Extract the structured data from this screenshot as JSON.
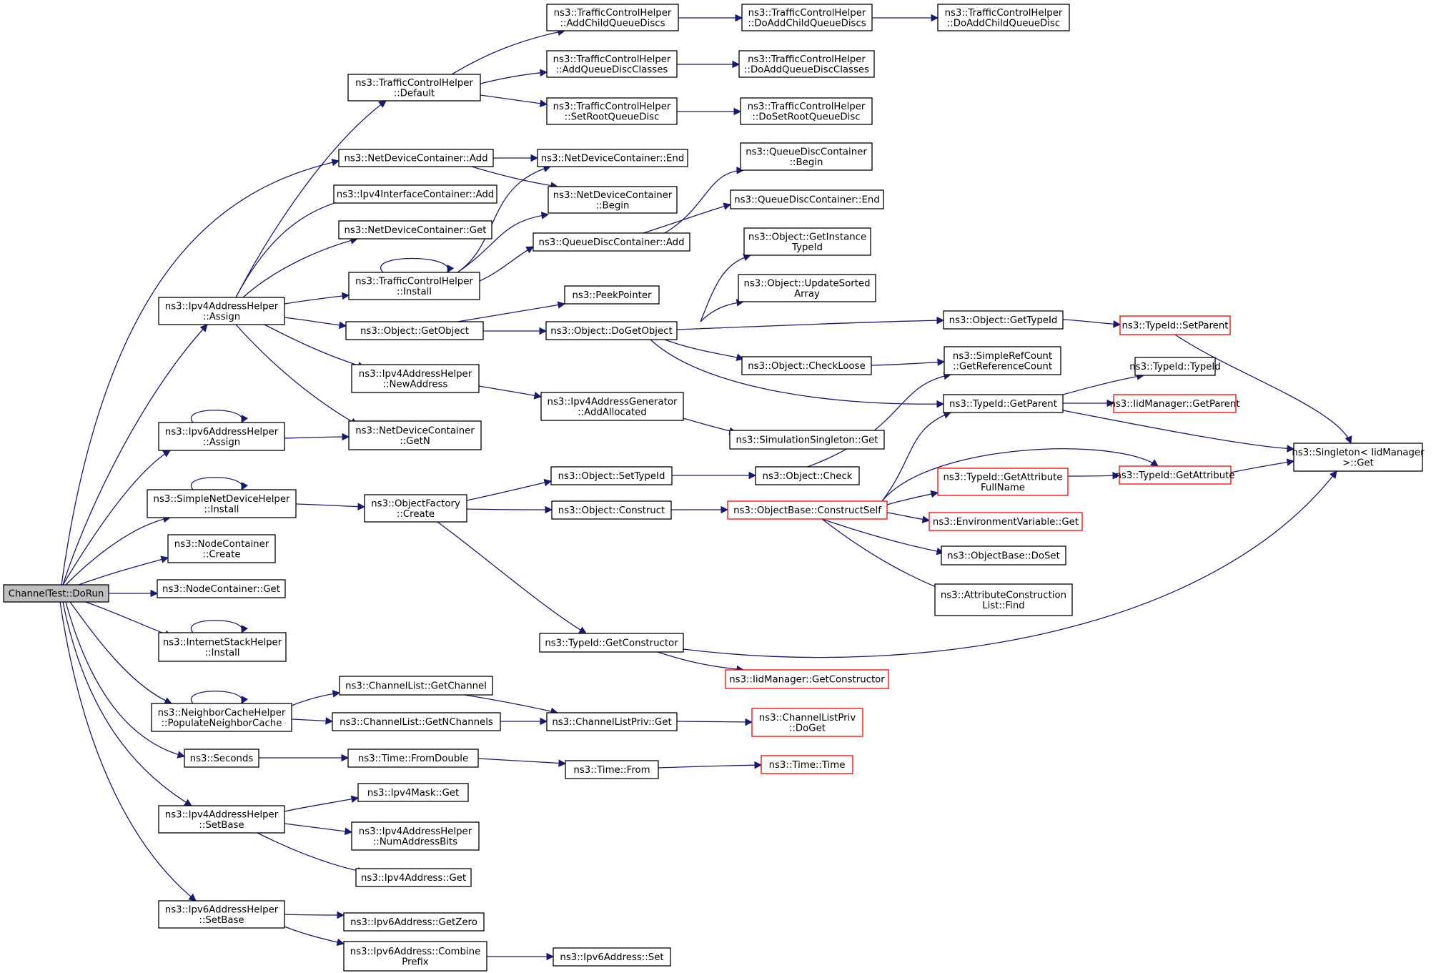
{
  "colors": {
    "edge": "#191970",
    "root_fill": "#bfbfbf",
    "truncated_border": "#ff0000",
    "border": "#000000"
  },
  "nodes": [
    {
      "id": "root",
      "lines": [
        "ChannelTest::DoRun"
      ],
      "style": "root"
    },
    {
      "id": "tch_default",
      "lines": [
        "ns3::TrafficControlHelper",
        "::Default"
      ]
    },
    {
      "id": "tch_addchild",
      "lines": [
        "ns3::TrafficControlHelper",
        "::AddChildQueueDiscs"
      ]
    },
    {
      "id": "tch_doaddchildren",
      "lines": [
        "ns3::TrafficControlHelper",
        "::DoAddChildQueueDiscs"
      ]
    },
    {
      "id": "tch_doaddchild",
      "lines": [
        "ns3::TrafficControlHelper",
        "::DoAddChildQueueDisc"
      ]
    },
    {
      "id": "tch_addclasses",
      "lines": [
        "ns3::TrafficControlHelper",
        "::AddQueueDiscClasses"
      ]
    },
    {
      "id": "tch_doaddclasses",
      "lines": [
        "ns3::TrafficControlHelper",
        "::DoAddQueueDiscClasses"
      ]
    },
    {
      "id": "tch_setroot",
      "lines": [
        "ns3::TrafficControlHelper",
        "::SetRootQueueDisc"
      ]
    },
    {
      "id": "tch_dosetroot",
      "lines": [
        "ns3::TrafficControlHelper",
        "::DoSetRootQueueDisc"
      ]
    },
    {
      "id": "ndc_add",
      "lines": [
        "ns3::NetDeviceContainer::Add"
      ]
    },
    {
      "id": "ndc_end",
      "lines": [
        "ns3::NetDeviceContainer::End"
      ]
    },
    {
      "id": "ndc_begin",
      "lines": [
        "ns3::NetDeviceContainer",
        "::Begin"
      ]
    },
    {
      "id": "ipv4ic_add",
      "lines": [
        "ns3::Ipv4InterfaceContainer::Add"
      ]
    },
    {
      "id": "ndc_get",
      "lines": [
        "ns3::NetDeviceContainer::Get"
      ]
    },
    {
      "id": "qdc_begin",
      "lines": [
        "ns3::QueueDiscContainer",
        "::Begin"
      ]
    },
    {
      "id": "qdc_end",
      "lines": [
        "ns3::QueueDiscContainer::End"
      ]
    },
    {
      "id": "qdc_add",
      "lines": [
        "ns3::QueueDiscContainer::Add"
      ]
    },
    {
      "id": "tch_install",
      "lines": [
        "ns3::TrafficControlHelper",
        "::Install"
      ]
    },
    {
      "id": "ipv4ah_assign",
      "lines": [
        "ns3::Ipv4AddressHelper",
        "::Assign"
      ]
    },
    {
      "id": "obj_getinstancetypeid",
      "lines": [
        "ns3::Object::GetInstance",
        "TypeId"
      ]
    },
    {
      "id": "obj_updatesorted",
      "lines": [
        "ns3::Object::UpdateSorted",
        "Array"
      ]
    },
    {
      "id": "peekpointer",
      "lines": [
        "ns3::PeekPointer"
      ]
    },
    {
      "id": "obj_getobject",
      "lines": [
        "ns3::Object::GetObject"
      ]
    },
    {
      "id": "obj_dogetobject",
      "lines": [
        "ns3::Object::DoGetObject"
      ]
    },
    {
      "id": "obj_gettypeid",
      "lines": [
        "ns3::Object::GetTypeId"
      ]
    },
    {
      "id": "typeid_setparent",
      "lines": [
        "ns3::TypeId::SetParent"
      ],
      "style": "red"
    },
    {
      "id": "obj_checkloose",
      "lines": [
        "ns3::Object::CheckLoose"
      ]
    },
    {
      "id": "simplerefcount",
      "lines": [
        "ns3::SimpleRefCount",
        "::GetReferenceCount"
      ]
    },
    {
      "id": "typeid_typeid",
      "lines": [
        "ns3::TypeId::TypeId"
      ]
    },
    {
      "id": "typeid_getparent",
      "lines": [
        "ns3::TypeId::GetParent"
      ]
    },
    {
      "id": "iidmgr_getparent",
      "lines": [
        "ns3::IidManager::GetParent"
      ],
      "style": "red"
    },
    {
      "id": "ipv4ah_newaddress",
      "lines": [
        "ns3::Ipv4AddressHelper",
        "::NewAddress"
      ]
    },
    {
      "id": "ipv4ag_addallocated",
      "lines": [
        "ns3::Ipv4AddressGenerator",
        "::AddAllocated"
      ]
    },
    {
      "id": "simsingleton_get",
      "lines": [
        "ns3::SimulationSingleton::Get"
      ]
    },
    {
      "id": "ipv6ah_assign",
      "lines": [
        "ns3::Ipv6AddressHelper",
        "::Assign"
      ]
    },
    {
      "id": "ndc_getn",
      "lines": [
        "ns3::NetDeviceContainer",
        "::GetN"
      ]
    },
    {
      "id": "singleton_get",
      "lines": [
        "ns3::Singleton< IidManager",
        ">::Get"
      ]
    },
    {
      "id": "obj_settypeid",
      "lines": [
        "ns3::Object::SetTypeId"
      ]
    },
    {
      "id": "obj_check",
      "lines": [
        "ns3::Object::Check"
      ]
    },
    {
      "id": "typeid_getattrfullname",
      "lines": [
        "ns3::TypeId::GetAttribute",
        "FullName"
      ],
      "style": "red"
    },
    {
      "id": "typeid_getattribute",
      "lines": [
        "ns3::TypeId::GetAttribute"
      ],
      "style": "red"
    },
    {
      "id": "sndh_install",
      "lines": [
        "ns3::SimpleNetDeviceHelper",
        "::Install"
      ]
    },
    {
      "id": "objfactory_create",
      "lines": [
        "ns3::ObjectFactory",
        "::Create"
      ]
    },
    {
      "id": "obj_construct",
      "lines": [
        "ns3::Object::Construct"
      ]
    },
    {
      "id": "objbase_constructself",
      "lines": [
        "ns3::ObjectBase::ConstructSelf"
      ],
      "style": "red"
    },
    {
      "id": "envvar_get",
      "lines": [
        "ns3::EnvironmentVariable::Get"
      ],
      "style": "red"
    },
    {
      "id": "nc_create",
      "lines": [
        "ns3::NodeContainer",
        "::Create"
      ]
    },
    {
      "id": "objbase_doset",
      "lines": [
        "ns3::ObjectBase::DoSet"
      ]
    },
    {
      "id": "nc_get",
      "lines": [
        "ns3::NodeContainer::Get"
      ]
    },
    {
      "id": "attrconstruction_find",
      "lines": [
        "ns3::AttributeConstruction",
        "List::Find"
      ]
    },
    {
      "id": "ish_install",
      "lines": [
        "ns3::InternetStackHelper",
        "::Install"
      ]
    },
    {
      "id": "typeid_getconstructor",
      "lines": [
        "ns3::TypeId::GetConstructor"
      ]
    },
    {
      "id": "iidmgr_getconstructor",
      "lines": [
        "ns3::IidManager::GetConstructor"
      ],
      "style": "red"
    },
    {
      "id": "chl_getchannel",
      "lines": [
        "ns3::ChannelList::GetChannel"
      ]
    },
    {
      "id": "nch_populate",
      "lines": [
        "ns3::NeighborCacheHelper",
        "::PopulateNeighborCache"
      ]
    },
    {
      "id": "chl_getnchannels",
      "lines": [
        "ns3::ChannelList::GetNChannels"
      ]
    },
    {
      "id": "chlpriv_get",
      "lines": [
        "ns3::ChannelListPriv::Get"
      ]
    },
    {
      "id": "chlpriv_doget",
      "lines": [
        "ns3::ChannelListPriv",
        "::DoGet"
      ],
      "style": "red"
    },
    {
      "id": "seconds",
      "lines": [
        "ns3::Seconds"
      ]
    },
    {
      "id": "time_fromdouble",
      "lines": [
        "ns3::Time::FromDouble"
      ]
    },
    {
      "id": "time_from",
      "lines": [
        "ns3::Time::From"
      ]
    },
    {
      "id": "time_time",
      "lines": [
        "ns3::Time::Time"
      ],
      "style": "red"
    },
    {
      "id": "ipv4mask_get",
      "lines": [
        "ns3::Ipv4Mask::Get"
      ]
    },
    {
      "id": "ipv4ah_setbase",
      "lines": [
        "ns3::Ipv4AddressHelper",
        "::SetBase"
      ]
    },
    {
      "id": "ipv4ah_numaddressbits",
      "lines": [
        "ns3::Ipv4AddressHelper",
        "::NumAddressBits"
      ]
    },
    {
      "id": "ipv4address_get",
      "lines": [
        "ns3::Ipv4Address::Get"
      ]
    },
    {
      "id": "ipv6ah_setbase",
      "lines": [
        "ns3::Ipv6AddressHelper",
        "::SetBase"
      ]
    },
    {
      "id": "ipv6address_getzero",
      "lines": [
        "ns3::Ipv6Address::GetZero"
      ]
    },
    {
      "id": "ipv6address_combineprefix",
      "lines": [
        "ns3::Ipv6Address::Combine",
        "Prefix"
      ]
    },
    {
      "id": "ipv6address_set",
      "lines": [
        "ns3::Ipv6Address::Set"
      ]
    }
  ]
}
